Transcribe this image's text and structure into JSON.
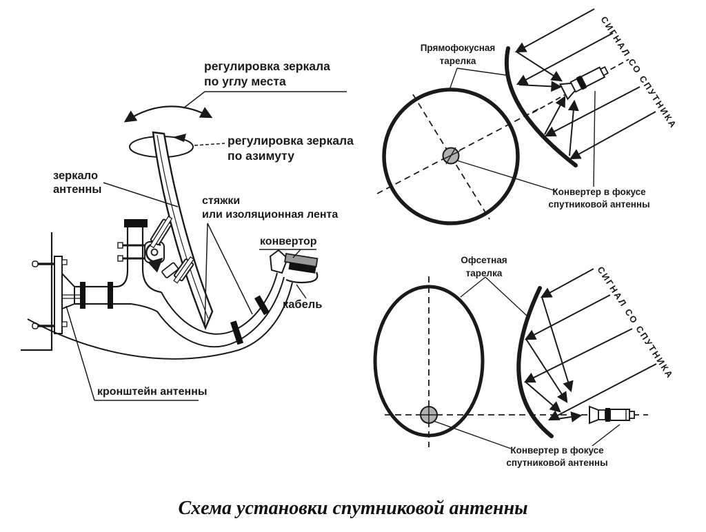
{
  "caption": "Схема установки спутниковой антенны",
  "colors": {
    "ink": "#1a1a1a",
    "hub_gray": "#b0b0b0",
    "lnb_stripe_gray": "#999999",
    "band_black": "#111111",
    "background": "#ffffff"
  },
  "installation_diagram": {
    "labels": {
      "elevation": "регулировка зеркала\nпо углу места",
      "azimuth": "регулировка зеркала\nпо азимуту",
      "mirror": "зеркало\nантенны",
      "ties": "стяжки\nили изоляционная лента",
      "converter": "конвертор",
      "cable": "кабель",
      "bracket": "кронштейн антенны"
    }
  },
  "prime_focus_diagram": {
    "labels": {
      "dish": "Прямофокусная\nтарелка",
      "signal": "СИГНАЛ СО СПУТНИКА",
      "converter": "Конвертер в фокусе\nспутниковой антенны"
    }
  },
  "offset_diagram": {
    "labels": {
      "dish": "Офсетная\nтарелка",
      "signal": "СИГНАЛ СО СПУТНИКА",
      "converter": "Конвертер в фокусе\nспутниковой антенны"
    }
  }
}
